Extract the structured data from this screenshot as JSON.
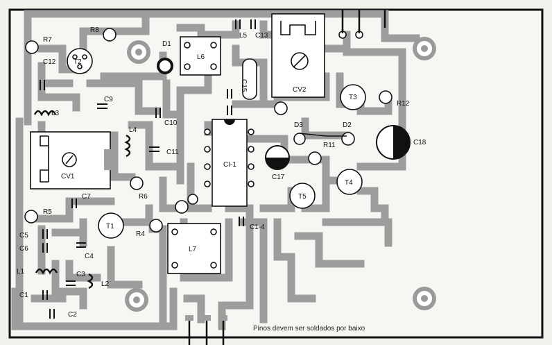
{
  "labels": {
    "R7": "R7",
    "C12": "C12",
    "T2": "T2",
    "R8": "R8",
    "D1": "D1",
    "L6": "L6",
    "L5": "L5",
    "C13": "C13",
    "CV2": "CV2",
    "R12": "R12",
    "T3": "T3",
    "C9": "C9",
    "L3": "L3",
    "C10": "C10",
    "C15": "C15",
    "L4": "L4",
    "C11": "C11",
    "CV1": "CV1",
    "CI1": "CI-1",
    "D3": "D3",
    "D2": "D2",
    "R11": "R11",
    "C18": "C18",
    "C17": "C17",
    "T4": "T4",
    "T5": "T5",
    "R6": "R6",
    "C7": "C7",
    "R5": "R5",
    "C5": "C5",
    "T1": "T1",
    "R4": "R4",
    "C14": "C1-4",
    "C6": "C6",
    "C4": "C4",
    "L7": "L7",
    "L1": "L1",
    "C3": "C3",
    "L2": "L2",
    "C1": "C1",
    "C2": "C2"
  },
  "note": "Pinos devem ser soldados por baixo",
  "colors": {
    "trace": "#9d9d9d",
    "board": "#f3f1ec",
    "ink": "#111111"
  }
}
